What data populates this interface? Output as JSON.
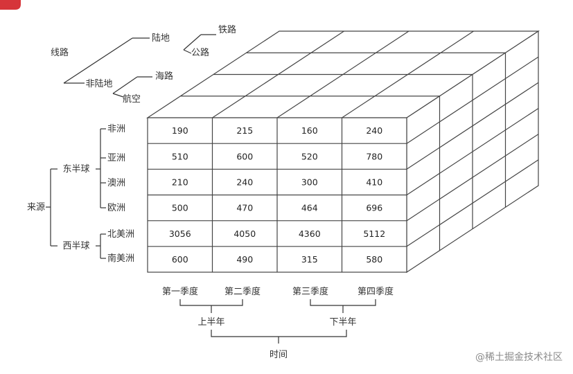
{
  "route_tree": {
    "root": "线路",
    "land": "陆地",
    "railway": "铁路",
    "highway": "公路",
    "non_land": "非陆地",
    "sea": "海路",
    "air": "航空"
  },
  "source_tree": {
    "root": "来源",
    "eastern": "东半球",
    "western": "西半球",
    "regions": [
      "非洲",
      "亚洲",
      "澳洲",
      "欧洲",
      "北美洲",
      "南美洲"
    ]
  },
  "cube": {
    "rows": [
      [
        "190",
        "215",
        "160",
        "240"
      ],
      [
        "510",
        "600",
        "520",
        "780"
      ],
      [
        "210",
        "240",
        "300",
        "410"
      ],
      [
        "500",
        "470",
        "464",
        "696"
      ],
      [
        "3056",
        "4050",
        "4360",
        "5112"
      ],
      [
        "600",
        "490",
        "315",
        "580"
      ]
    ]
  },
  "time_tree": {
    "quarters": [
      "第一季度",
      "第二季度",
      "第三季度",
      "第四季度"
    ],
    "halves": [
      "上半年",
      "下半年"
    ],
    "root": "时间"
  },
  "watermark": "@稀土掘金技术社区",
  "accent_color": "#d6353a"
}
